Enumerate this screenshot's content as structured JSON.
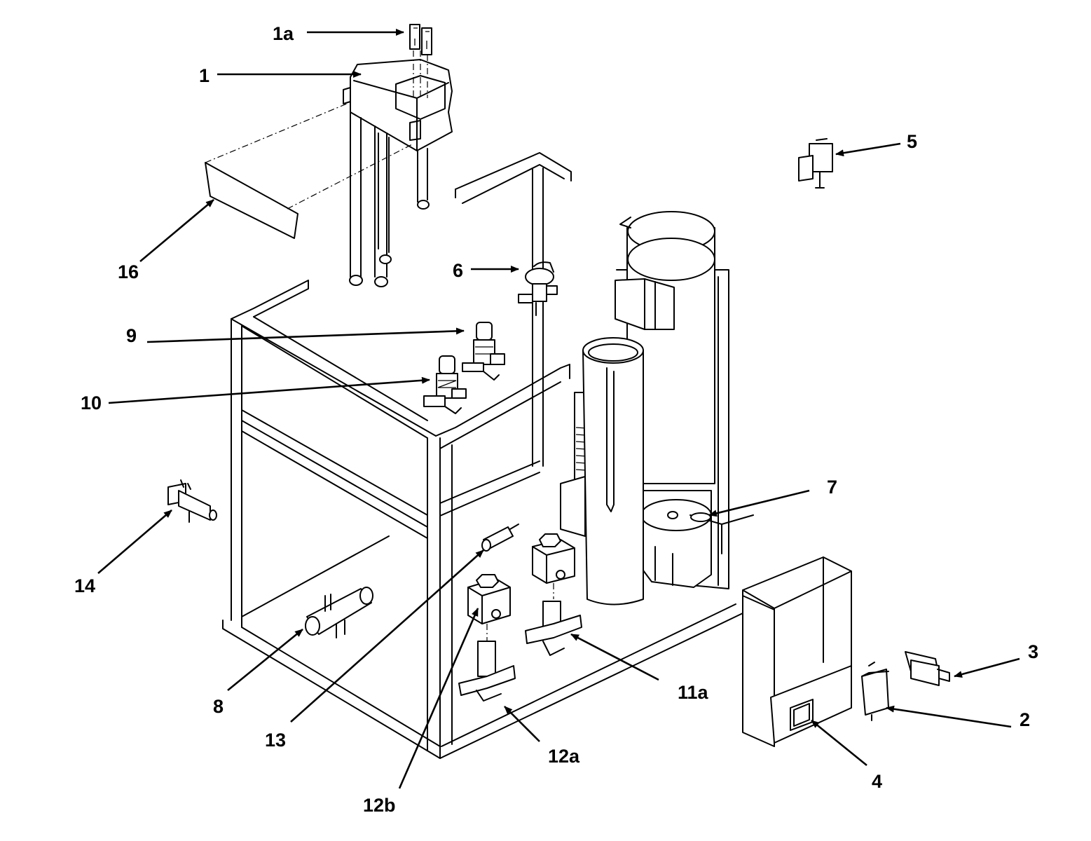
{
  "labels": {
    "l1a": "1a",
    "l1": "1",
    "l5": "5",
    "l16": "16",
    "l6": "6",
    "l9": "9",
    "l10": "10",
    "l7": "7",
    "l14": "14",
    "l3": "3",
    "l2": "2",
    "l11a": "11a",
    "l8": "8",
    "l13": "13",
    "l12a": "12a",
    "l4": "4",
    "l12b": "12b"
  }
}
